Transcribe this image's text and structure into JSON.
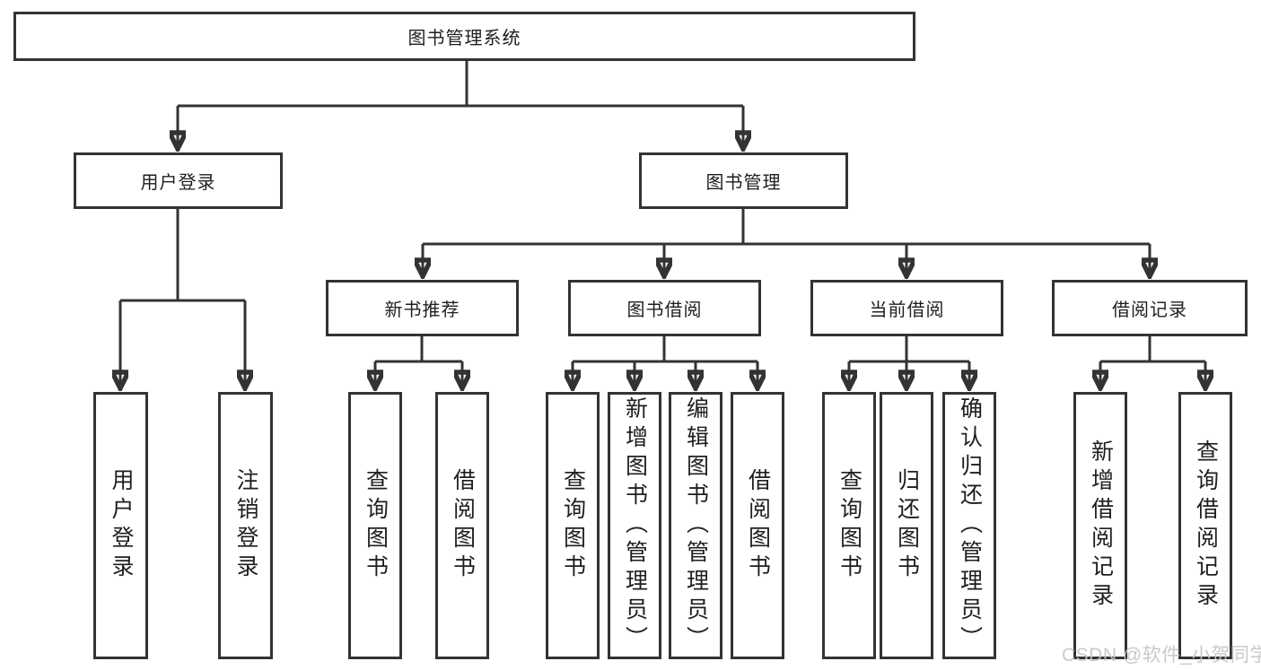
{
  "diagram": {
    "root": {
      "label": "图书管理系统"
    },
    "level2": [
      {
        "id": "user-login",
        "label": "用户登录"
      },
      {
        "id": "book-management",
        "label": "图书管理"
      }
    ],
    "level3": [
      {
        "id": "new-book-recommend",
        "label": "新书推荐"
      },
      {
        "id": "book-borrow",
        "label": "图书借阅"
      },
      {
        "id": "current-borrow",
        "label": "当前借阅"
      },
      {
        "id": "borrow-records",
        "label": "借阅记录"
      }
    ],
    "leaves": [
      {
        "group": "user-login",
        "label": "用户登录"
      },
      {
        "group": "user-login",
        "label": "注销登录"
      },
      {
        "group": "new-book-recommend",
        "label": "查询图书"
      },
      {
        "group": "new-book-recommend",
        "label": "借阅图书"
      },
      {
        "group": "book-borrow",
        "label": "查询图书"
      },
      {
        "group": "book-borrow",
        "label": "新增图书（管理员）"
      },
      {
        "group": "book-borrow",
        "label": "编辑图书（管理员）"
      },
      {
        "group": "book-borrow",
        "label": "借阅图书"
      },
      {
        "group": "current-borrow",
        "label": "查询图书"
      },
      {
        "group": "current-borrow",
        "label": "归还图书"
      },
      {
        "group": "current-borrow",
        "label": "确认归还（管理员）"
      },
      {
        "group": "borrow-records",
        "label": "新增借阅记录"
      },
      {
        "group": "borrow-records",
        "label": "查询借阅记录"
      }
    ],
    "colors": {
      "line": "#333333",
      "text": "#1f1f1f",
      "background": "#ffffff",
      "watermark": "#c4c4c4"
    }
  },
  "watermark": {
    "text": "CSDN @软件_小贺同学"
  }
}
